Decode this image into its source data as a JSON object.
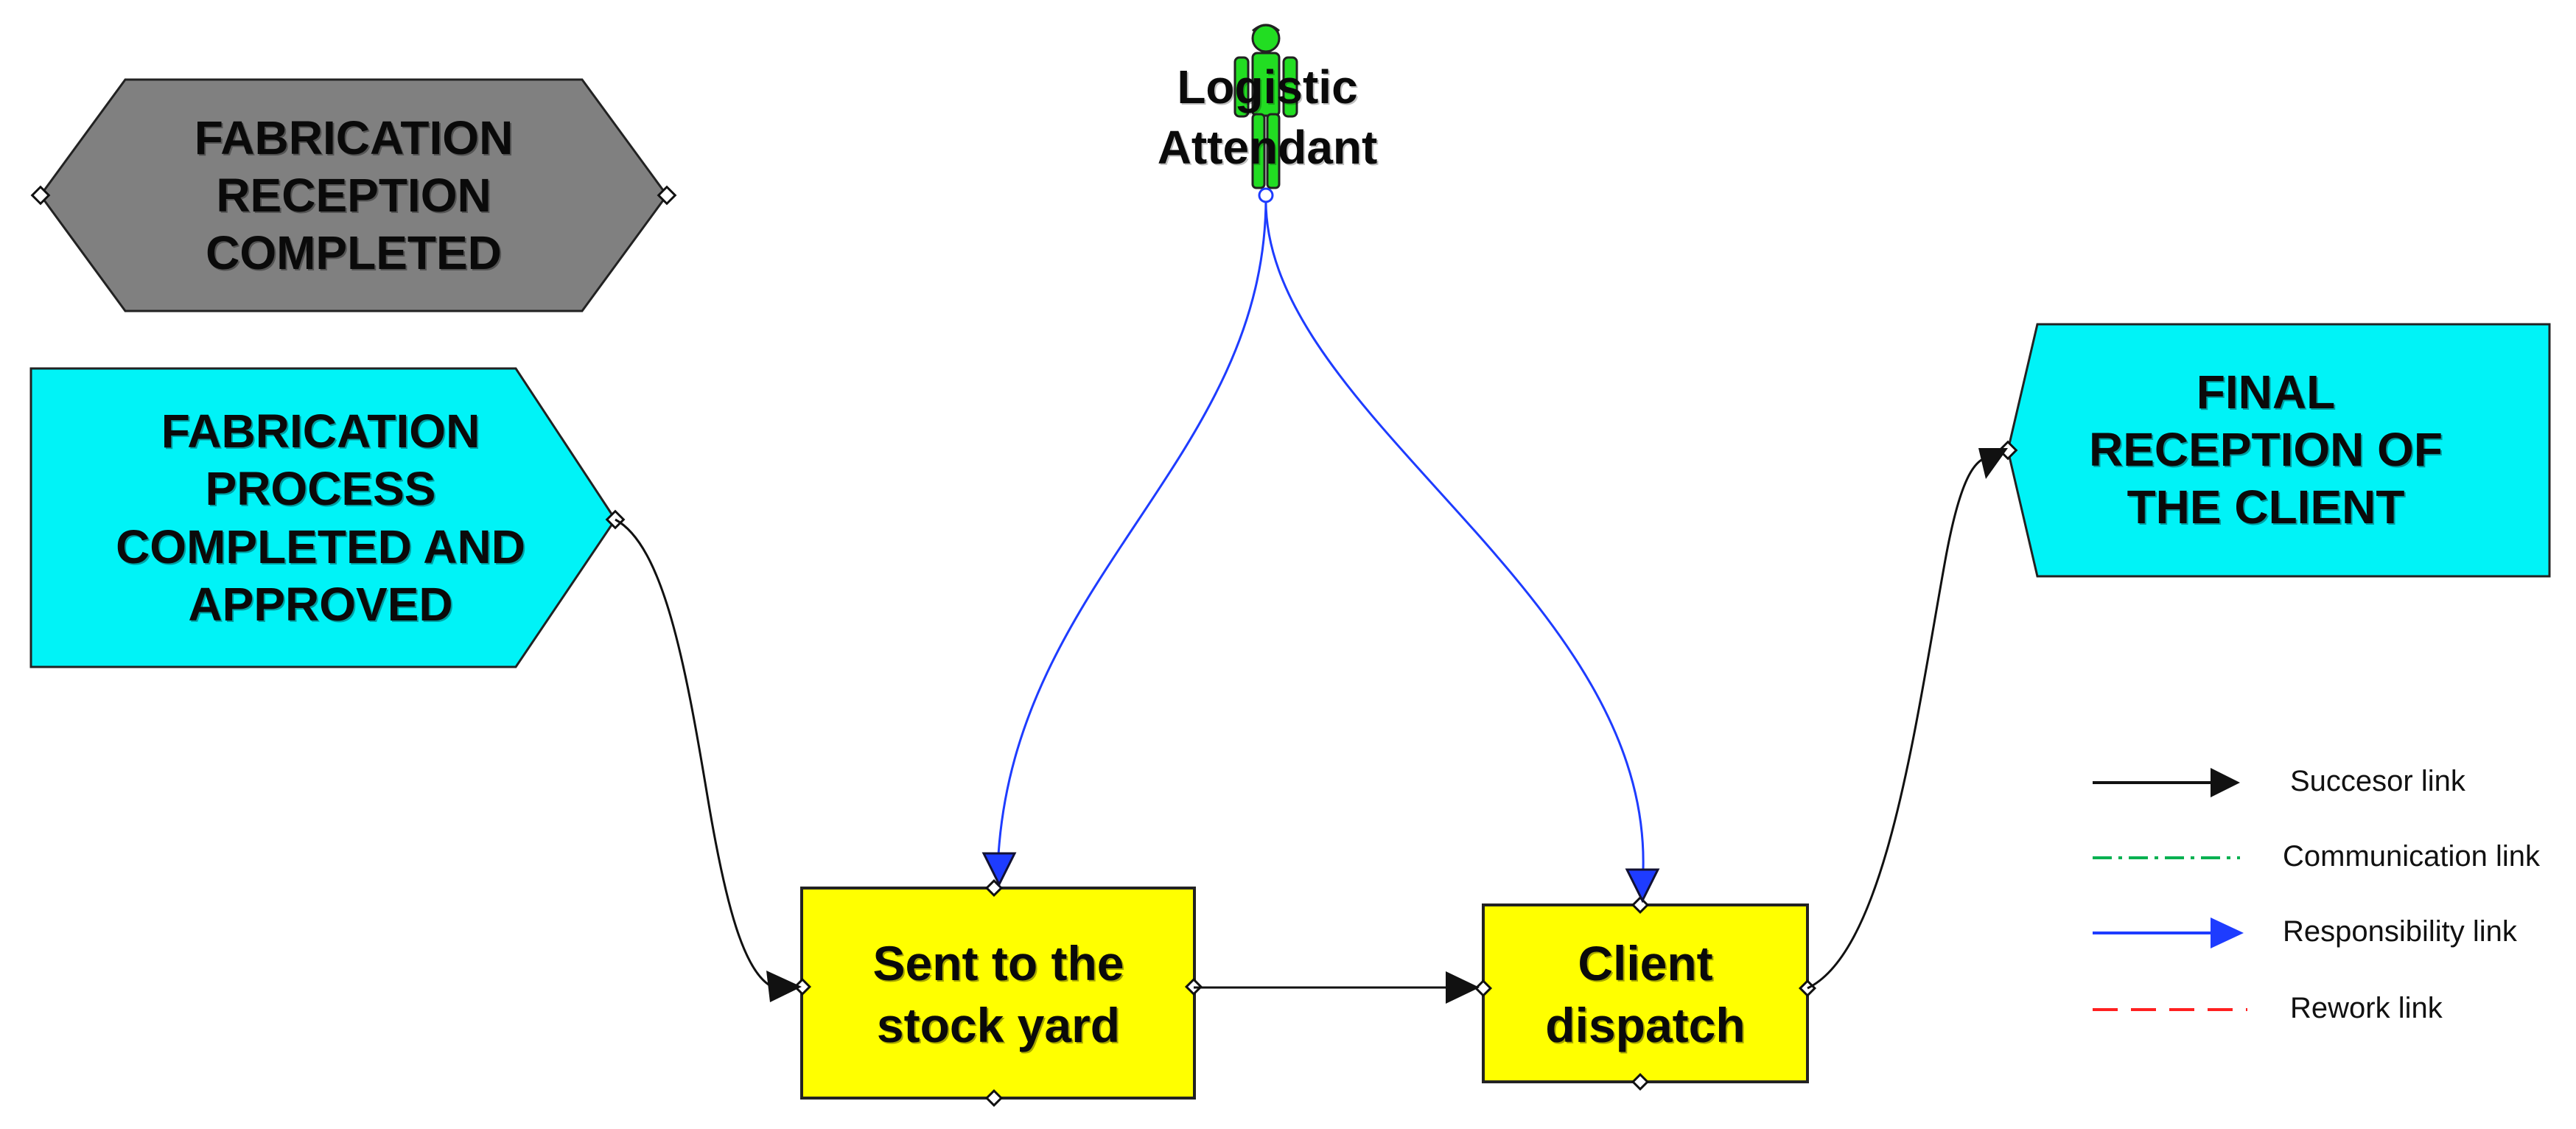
{
  "colors": {
    "event_gray": "#808080",
    "event_cyan": "#00F3F7",
    "task_yellow": "#FFFF00",
    "resource_green": "#22DD22",
    "successor_link": "#111111",
    "communication_link": "#00B050",
    "responsibility_link": "#1E3CFF",
    "rework_link": "#FF2020"
  },
  "events": {
    "fabrication_reception": {
      "label": "FABRICATION\nRECEPTION\nCOMPLETED"
    },
    "fabrication_process": {
      "label": "FABRICATION\nPROCESS\nCOMPLETED AND\nAPPROVED"
    },
    "final_reception": {
      "label": "FINAL\nRECEPTION OF\nTHE CLIENT"
    }
  },
  "tasks": {
    "stock_yard": {
      "label": "Sent to the\nstock yard"
    },
    "client_dispatch": {
      "label": "Client\ndispatch"
    }
  },
  "resource": {
    "label": "Logistic\nAttendant",
    "icon": "person-icon"
  },
  "legend": [
    {
      "label": "Succesor link",
      "style": "successor"
    },
    {
      "label": "Communication link",
      "style": "communication"
    },
    {
      "label": "Responsibility link",
      "style": "responsibility"
    },
    {
      "label": "Rework link",
      "style": "rework"
    }
  ]
}
